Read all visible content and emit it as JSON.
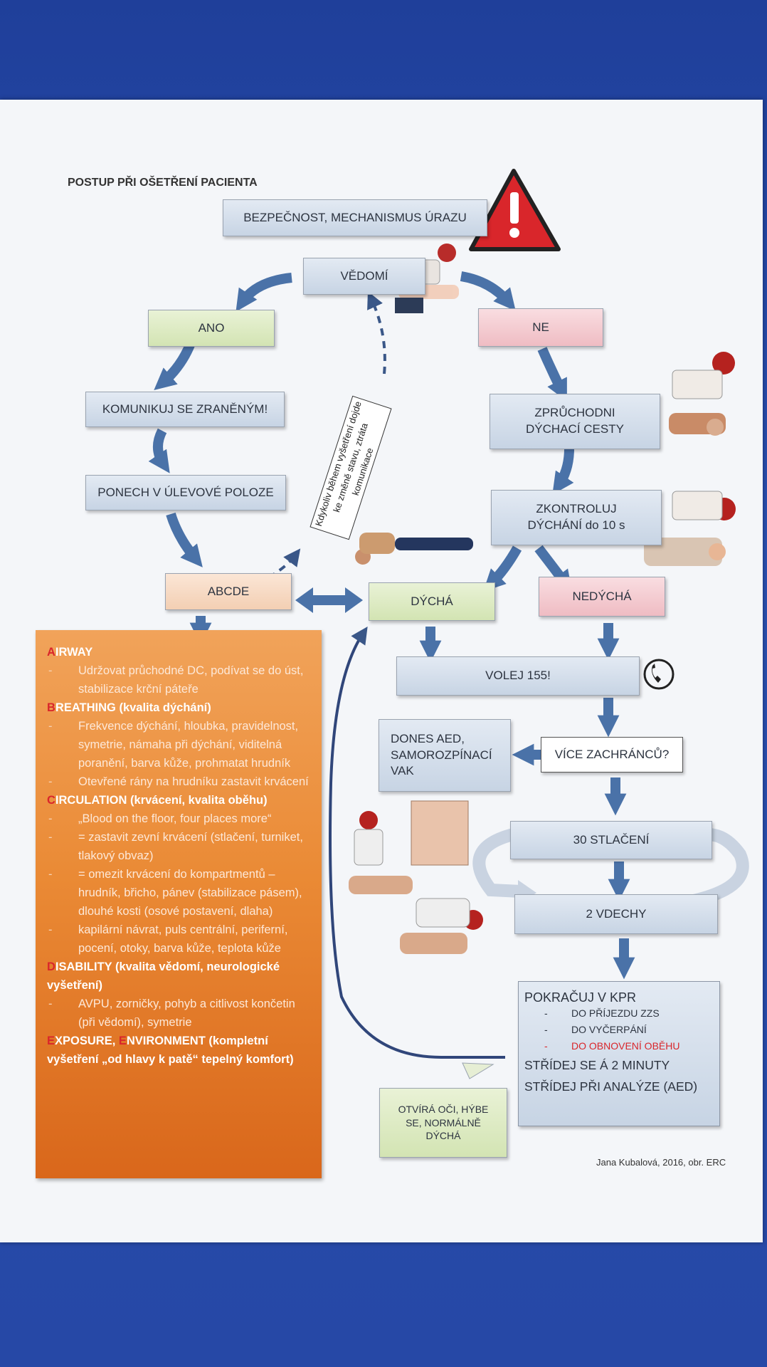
{
  "title": "POSTUP PŘI OŠETŘENÍ PACIENTA",
  "credit": "Jana Kubalová, 2016, obr. ERC",
  "nodes": {
    "safety": "BEZPEČNOST, MECHANISMUS ÚRAZU",
    "conscious": "VĚDOMÍ",
    "yes": "ANO",
    "no": "NE",
    "communicate": "KOMUNIKUJ SE ZRANĚNÝM!",
    "airway": "ZPRŮCHODNI DÝCHACÍ CESTY",
    "recovery": "PONECH V ÚLEVOVÉ POLOZE",
    "check": "ZKONTROLUJ DÝCHÁNÍ do 10 s",
    "abcde": "ABCDE",
    "breathing": "DÝCHÁ",
    "not_breathing": "NEDÝCHÁ",
    "call": "VOLEJ 155!",
    "rescuers": "VÍCE ZACHRÁNCŮ?",
    "aed": "DONES AED, SAMOROZPÍNACÍ VAK",
    "compressions": "30 STLAČENÍ",
    "breaths": "2 VDECHY",
    "opens_eyes": "OTVÍRÁ OČI, HÝBE SE, NORMÁLNĚ DÝCHÁ",
    "diagonal_note": "Kdykoliv během vyšetření dojde ke změně stavu, ztráta komunikace"
  },
  "kpr": {
    "heading": "POKRAČUJ V KPR",
    "items": [
      "DO PŘÍJEZDU ZZS",
      "DO VYČERPÁNÍ",
      "DO OBNOVENÍ OBĚHU"
    ],
    "line1": "STŘÍDEJ SE Á 2 MINUTY",
    "line2": "STŘÍDEJ PŘI ANALÝZE (AED)"
  },
  "abcde_panel": {
    "a": {
      "letter": "A",
      "rest": "IRWAY",
      "items": [
        "Udržovat průchodné DC, podívat se do úst, stabilizace krční páteře"
      ]
    },
    "b": {
      "letter": "B",
      "rest": "REATHING (kvalita dýchání)",
      "items": [
        "Frekvence dýchání, hloubka, pravidelnost, symetrie, námaha při dýchání, viditelná poranění, barva kůže, prohmatat hrudník",
        "Otevřené rány na hrudníku zastavit krvácení"
      ]
    },
    "c": {
      "letter": "C",
      "rest": "IRCULATION (krvácení, kvalita oběhu)",
      "items": [
        "„Blood on the floor, four places more“",
        "= zastavit zevní krvácení (stlačení, turniket, tlakový obvaz)",
        "= omezit krvácení do kompartmentů – hrudník, břicho, pánev (stabilizace pásem), dlouhé kosti (osové postavení, dlaha)",
        "kapilární návrat, puls centrální, periferní, pocení, otoky, barva kůže, teplota kůže"
      ]
    },
    "d": {
      "letter": "D",
      "rest": "ISABILITY (kvalita vědomí, neurologické vyšetření)",
      "items": [
        "AVPU, zorničky, pohyb a citlivost končetin (při vědomí), symetrie"
      ]
    },
    "e": {
      "letter1": "E",
      "mid": "XPOSURE, ",
      "letter2": "E",
      "rest": "NVIRONMENT (kompletní vyšetření „od hlavy k patě“ tepelný komfort)"
    }
  },
  "colors": {
    "arrow": "#4a72a8",
    "orange": "#e8832f",
    "red": "#d9262b"
  }
}
